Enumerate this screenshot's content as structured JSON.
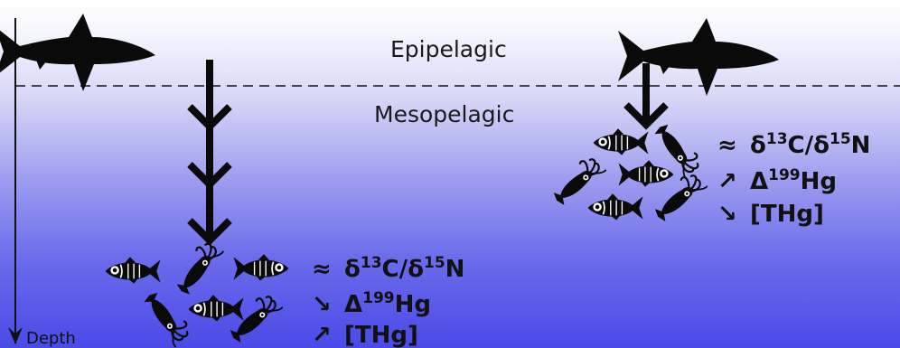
{
  "zones": {
    "epipelagic": "Epipelagic",
    "mesopelagic": "Mesopelagic"
  },
  "axis": {
    "label": "Depth"
  },
  "colors": {
    "surface": "#ffffff",
    "deep": "#4a4ae8",
    "silhouette": "#0a0a0a"
  },
  "right_group": {
    "rows": [
      {
        "symbol": "≈",
        "pre": "δ",
        "sup1": "13",
        "mid": "C/δ",
        "sup2": "15",
        "post": "N"
      },
      {
        "symbol": "↗",
        "pre": "Δ",
        "sup1": "199",
        "mid": "Hg",
        "sup2": "",
        "post": ""
      },
      {
        "symbol": "↘",
        "pre": "[THg]",
        "sup1": "",
        "mid": "",
        "sup2": "",
        "post": ""
      }
    ]
  },
  "left_group": {
    "rows": [
      {
        "symbol": "≈",
        "pre": "δ",
        "sup1": "13",
        "mid": "C/δ",
        "sup2": "15",
        "post": "N"
      },
      {
        "symbol": "↘",
        "pre": "Δ",
        "sup1": "199",
        "mid": "Hg",
        "sup2": "",
        "post": ""
      },
      {
        "symbol": "↗",
        "pre": "[THg]",
        "sup1": "",
        "mid": "",
        "sup2": "",
        "post": ""
      }
    ]
  },
  "icons": {
    "shark": "shark-icon",
    "fish": "fish-icon",
    "squid": "squid-icon",
    "arrow": "down-arrow-icon"
  }
}
